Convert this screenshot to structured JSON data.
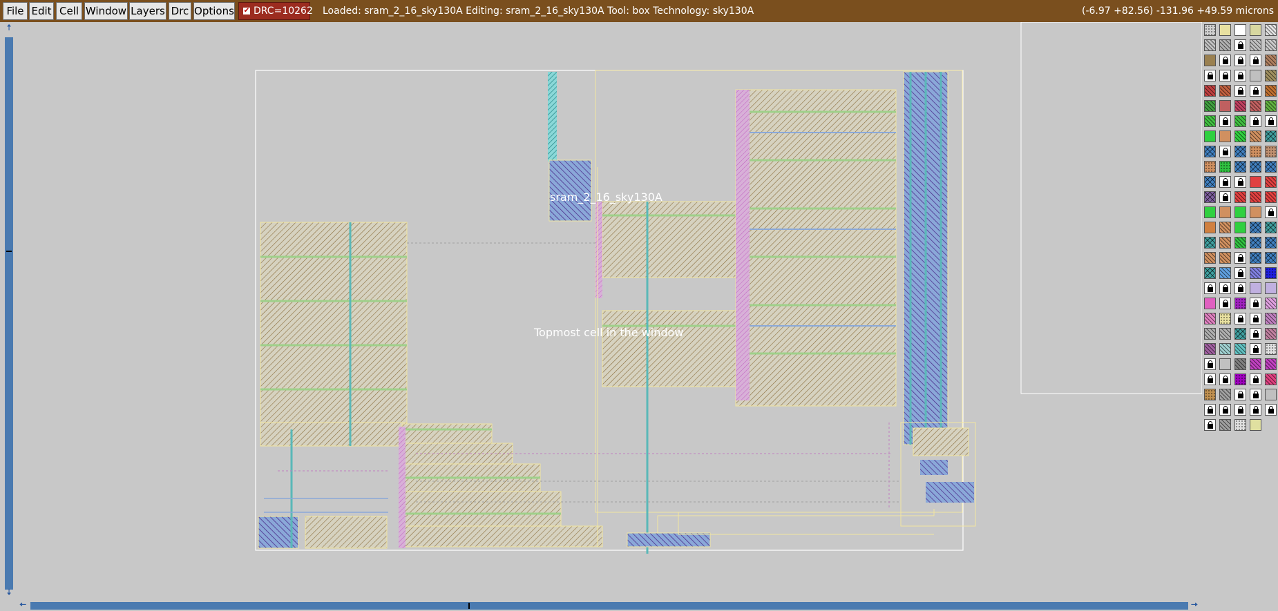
{
  "menu": {
    "file": "File",
    "edit": "Edit",
    "cell": "Cell",
    "window": "Window",
    "layers": "Layers",
    "drc": "Drc",
    "options": "Options"
  },
  "drc_indicator": {
    "label": "DRC=10262",
    "check": "✔"
  },
  "status": {
    "text": "Loaded: sram_2_16_sky130A Editing: sram_2_16_sky130A Tool: box  Technology: sky130A",
    "coords": "(-6.97 +82.56) -131.96 +49.59 microns"
  },
  "canvas": {
    "cell_name_label": "sram_2_16_sky130A",
    "top_cell_label": "Topmost cell in the window"
  },
  "scrollbars": {
    "up": "🠅",
    "down": "🠇",
    "left": "🠄",
    "right": "🠆"
  },
  "colors": {
    "title_bar": "#7a4f1e",
    "drc_button": "#9c2c20",
    "layout_background": "#c8c8c8",
    "cell_outline": "#ffffff",
    "poly_outline": "#f2e6a0",
    "scroll_trough": "#4a7ab0"
  },
  "palette": {
    "rows": [
      [
        "#d0d0d0:dots",
        "#e8e0a0:plain",
        "#ffffff:plain",
        "#d8d8a0:plain",
        "#e0e0e0:hatch"
      ],
      [
        "#c0c0c0:hatch",
        "#b0b0b0:hatch",
        "lock",
        "#c0c0c0:hatch",
        "#c8c8c8:hatch"
      ],
      [
        "#9a8050:plain",
        "lock",
        "lock",
        "lock",
        "#b08060:hatch"
      ],
      [
        "lock",
        "lock",
        "lock",
        "#c0c0c0:plain",
        "#a09060:hatch"
      ],
      [
        "#c04040:hatch",
        "#c06040:hatch",
        "lock",
        "lock",
        "#c07030:hatch"
      ],
      [
        "#40a040:hatch",
        "#c06060:plain",
        "#c04060:hatch",
        "#c06060:hatch",
        "#60b040:hatch"
      ],
      [
        "#40c040:hatch",
        "lock",
        "#40c040:hatch",
        "lock",
        "lock"
      ],
      [
        "#30d040:plain",
        "#d09060:plain",
        "#30d040:hatch",
        "#d09060:hatch",
        "#40a0a0:cross"
      ],
      [
        "#4080c0:cross",
        "lock",
        "#4080c0:cross",
        "#d09060:dots",
        "#c09070:dots"
      ],
      [
        "#d09060:dots",
        "#30c040:dots",
        "#4080c0:cross",
        "#4080c0:cross",
        "#4080c0:cross"
      ],
      [
        "#4080c0:cross",
        "lock",
        "lock",
        "#e04040:plain",
        "#e04040:hatch"
      ],
      [
        "#8060a0:cross",
        "lock",
        "#e04040:hatch",
        "#e04040:hatch",
        "#e04040:hatch"
      ],
      [
        "#30d040:plain",
        "#d09060:plain",
        "#30d040:plain",
        "#d09060:plain",
        "lock"
      ],
      [
        "#d08040:plain",
        "#d09060:hatch",
        "#30d040:plain",
        "#4080c0:cross",
        "#40a0a0:cross"
      ],
      [
        "#40a0a0:cross",
        "#d09060:hatch",
        "#30c040:hatch",
        "#4080c0:cross",
        "#4080c0:cross"
      ],
      [
        "#d09060:hatch",
        "#d09060:hatch",
        "lock",
        "#4080c0:cross",
        "#4080c0:cross"
      ],
      [
        "#40a0a0:cross",
        "#60a0e0:hatch",
        "lock",
        "#8080e0:hatch",
        "#2020e0:dots"
      ],
      [
        "lock",
        "lock",
        "lock",
        "#c0b0e0:plain",
        "#c0b0e0:plain"
      ],
      [
        "#e060c0:plain",
        "lock",
        "#a020c0:dots",
        "lock",
        "#e0a0e0:hatch"
      ],
      [
        "#e080c0:hatch",
        "#e8e0a0:dots",
        "lock",
        "lock",
        "#c080c0:hatch"
      ],
      [
        "#b0b0b0:hatch",
        "#b0b0b0:hatch",
        "#40a0a0:cross",
        "lock",
        "#c080a0:hatch"
      ],
      [
        "#a060a0:hatch",
        "#a0d0d0:hatch",
        "#60c0c0:hatch",
        "lock",
        "#e0e0e0:dots"
      ],
      [
        "lock",
        "#c0c0c0:plain",
        "#808080:hatch",
        "#c040c0:hatch",
        "#c040c0:hatch"
      ],
      [
        "lock",
        "lock",
        "#a000c0:dots",
        "lock",
        "#e04080:hatch"
      ],
      [
        "#c09050:dots",
        "#a0a0a0:hatch",
        "lock",
        "lock",
        "#c0c0c0:plain"
      ],
      [
        "lock",
        "lock",
        "lock",
        "lock",
        "lock"
      ],
      [
        "lock",
        "#a0a0a0:hatch",
        "#e0e0e0:dots",
        "#e0e0a0:plain"
      ]
    ]
  }
}
